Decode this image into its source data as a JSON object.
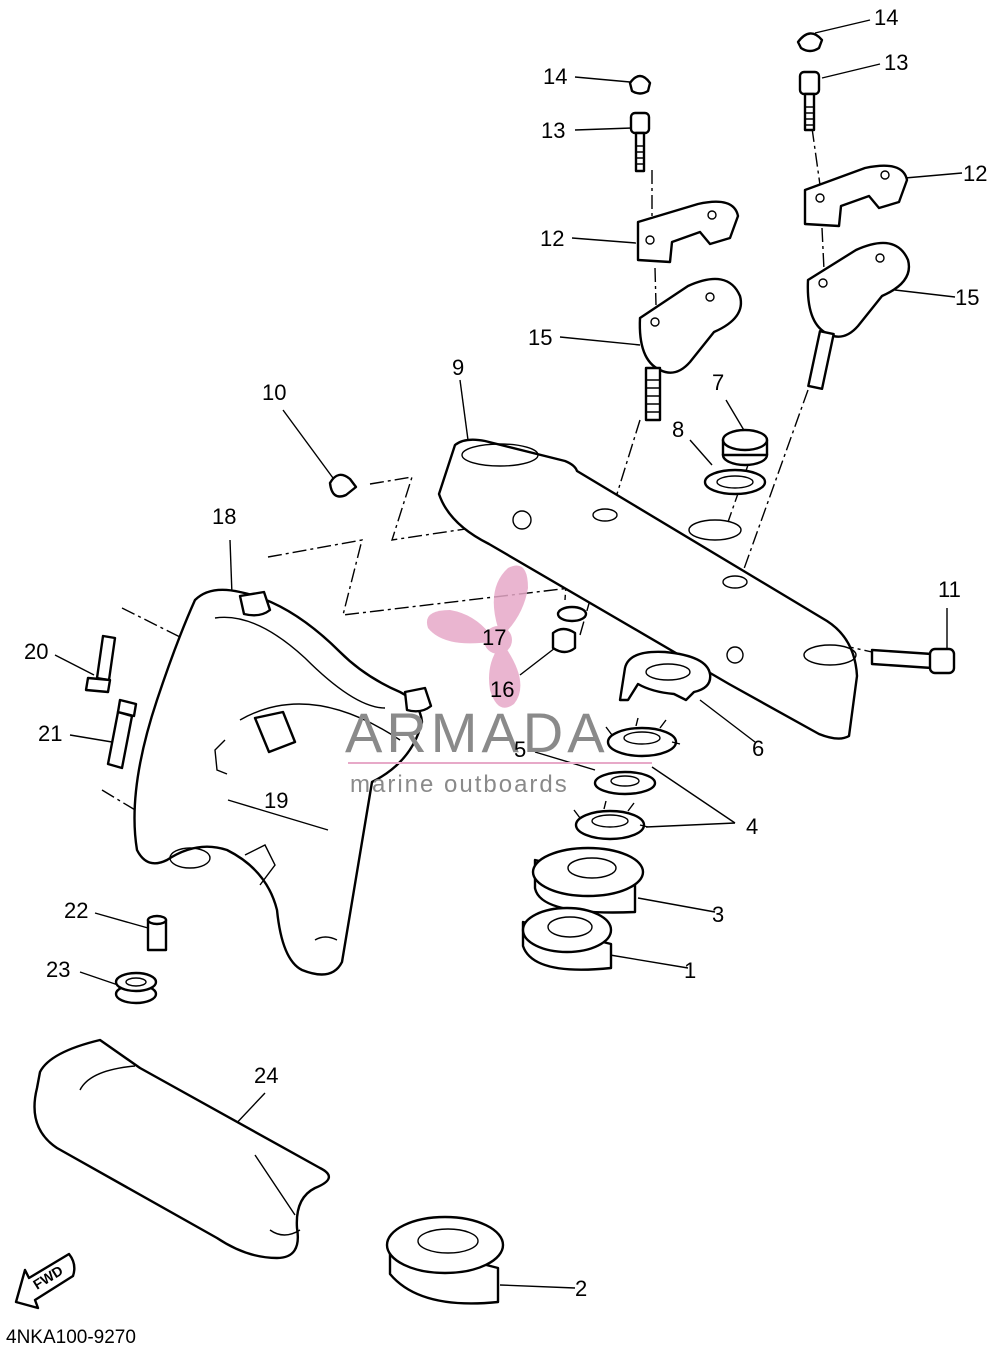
{
  "diagram": {
    "code": "4NKA100-9270",
    "direction_marker": "FWD",
    "labels": [
      "1",
      "2",
      "3",
      "4",
      "5",
      "6",
      "7",
      "8",
      "9",
      "10",
      "11",
      "12",
      "12",
      "13",
      "13",
      "14",
      "14",
      "15",
      "15",
      "16",
      "17",
      "18",
      "19",
      "20",
      "21",
      "22",
      "23",
      "24"
    ]
  },
  "watermark": {
    "brand": "ARMADA",
    "tagline": "marine outboards",
    "color": "#e7a9c8"
  }
}
